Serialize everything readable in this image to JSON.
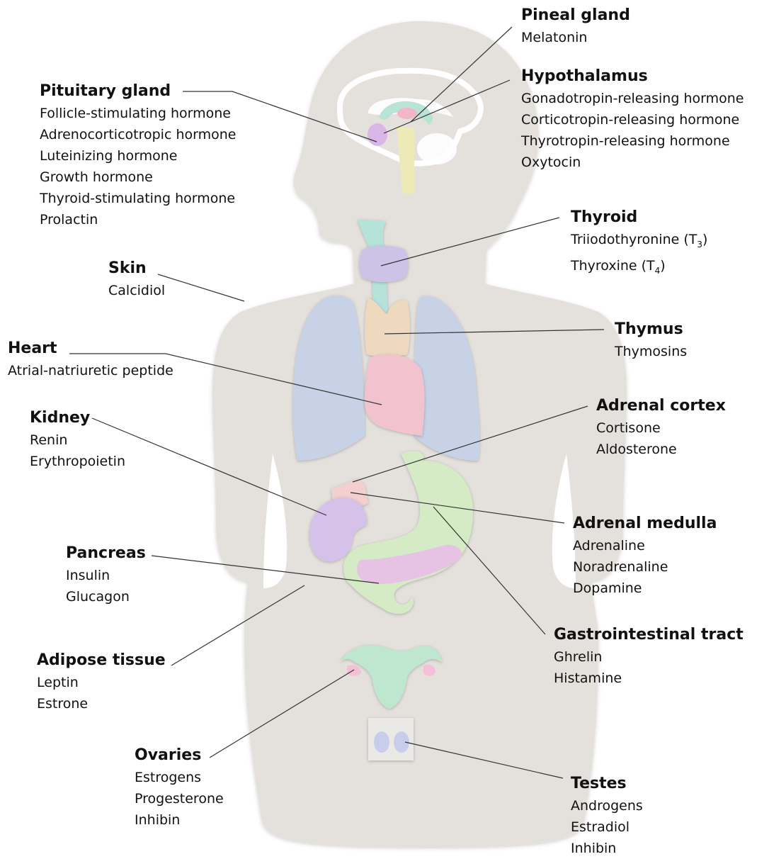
{
  "glands": {
    "pineal": {
      "title": "Pineal gland",
      "hormones": [
        "Melatonin"
      ]
    },
    "hypothalamus": {
      "title": "Hypothalamus",
      "hormones": [
        "Gonadotropin-releasing hormone",
        "Corticotropin-releasing hormone",
        "Thyrotropin-releasing hormone",
        "Oxytocin"
      ]
    },
    "pituitary": {
      "title": "Pituitary gland",
      "hormones": [
        "Follicle-stimulating hormone",
        "Adrenocorticotropic hormone",
        "Luteinizing hormone",
        "Growth hormone",
        "Thyroid-stimulating hormone",
        "Prolactin"
      ]
    },
    "thyroid": {
      "title": "Thyroid",
      "hormones": [
        "Triiodothyronine (T",
        "3",
        ")",
        "Thyroxine (T",
        "4",
        ")"
      ]
    },
    "skin": {
      "title": "Skin",
      "hormones": [
        "Calcidiol"
      ]
    },
    "thymus": {
      "title": "Thymus",
      "hormones": [
        "Thymosins"
      ]
    },
    "heart": {
      "title": "Heart",
      "hormones": [
        "Atrial-natriuretic peptide"
      ]
    },
    "adrenal_cortex": {
      "title": "Adrenal cortex",
      "hormones": [
        "Cortisone",
        "Aldosterone"
      ]
    },
    "kidney": {
      "title": "Kidney",
      "hormones": [
        "Renin",
        "Erythropoietin"
      ]
    },
    "adrenal_medulla": {
      "title": "Adrenal medulla",
      "hormones": [
        "Adrenaline",
        "Noradrenaline",
        "Dopamine"
      ]
    },
    "pancreas": {
      "title": "Pancreas",
      "hormones": [
        "Insulin",
        "Glucagon"
      ]
    },
    "gi_tract": {
      "title": "Gastrointestinal tract",
      "hormones": [
        "Ghrelin",
        "Histamine"
      ]
    },
    "adipose": {
      "title": "Adipose tissue",
      "hormones": [
        "Leptin",
        "Estrone"
      ]
    },
    "ovaries": {
      "title": "Ovaries",
      "hormones": [
        "Estrogens",
        "Progesterone",
        "Inhibin"
      ]
    },
    "testes": {
      "title": "Testes",
      "hormones": [
        "Androgens",
        "Estradiol",
        "Inhibin"
      ]
    }
  },
  "colors": {
    "body": "#e4e1dd",
    "body_edge": "#d6d2cd",
    "brain_outline": "#ffffff",
    "pineal": "#f3b6c8",
    "hypothalamus": "#b9e3d4",
    "pituitary": "#d9b6e6",
    "brainstem": "#eeeab8",
    "trachea": "#b5e2d9",
    "thyroid": "#cdc3e6",
    "thymus": "#efd9be",
    "heart": "#f0c3cf",
    "lungs": "#c8d2e6",
    "stomach": "#d4ebc5",
    "pancreas": "#e6c3e4",
    "kidney": "#d6c1ea",
    "adrenal": "#f3cfcf",
    "uterus": "#bfe7cf",
    "ovary": "#f3c0d8",
    "testes_box": "#ebe9e6",
    "testes": "#c9cdec",
    "leader": "#333333"
  }
}
